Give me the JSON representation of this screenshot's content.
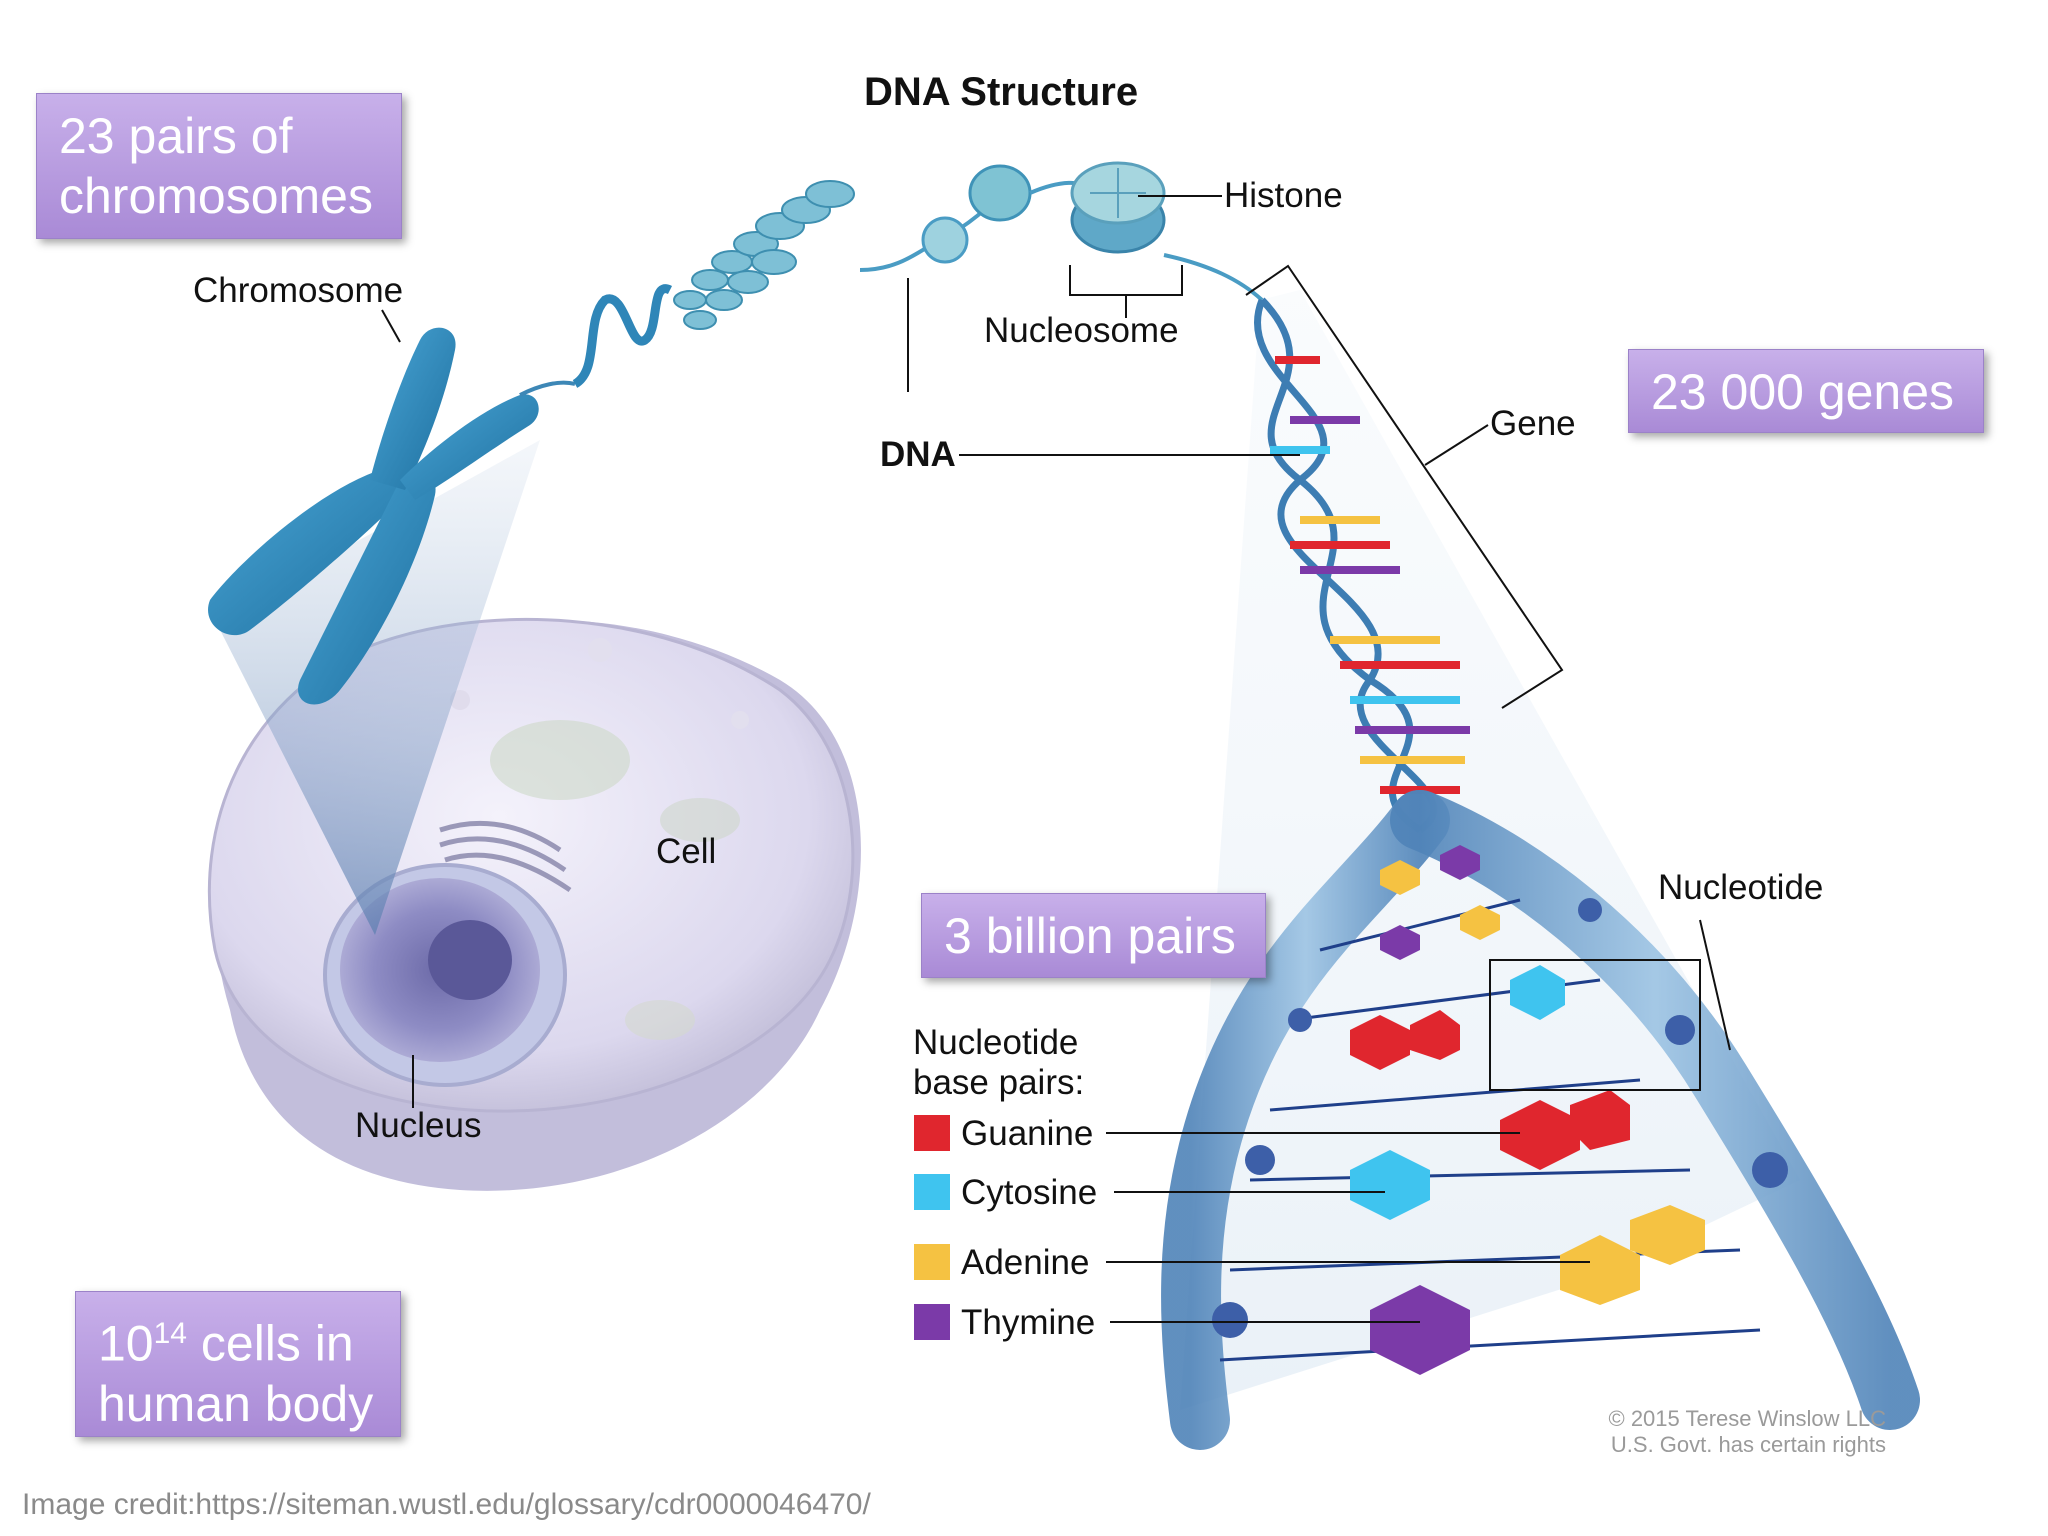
{
  "title": "DNA Structure",
  "callouts": {
    "chromosomes": [
      "23 pairs of",
      "chromosomes"
    ],
    "genes": "23 000 genes",
    "pairs": "3 billion pairs",
    "cells_base": "10",
    "cells_exp": "14",
    "cells_rest": " cells in",
    "cells_line2": "human body"
  },
  "labels": {
    "chromosome": "Chromosome",
    "histone": "Histone",
    "nucleosome": "Nucleosome",
    "dna": "DNA",
    "gene": "Gene",
    "cell": "Cell",
    "nucleus": "Nucleus",
    "nucleotide": "Nucleotide"
  },
  "legend": {
    "heading": [
      "Nucleotide",
      "base pairs:"
    ],
    "items": [
      {
        "label": "Guanine",
        "color": "#e0262e"
      },
      {
        "label": "Cytosine",
        "color": "#3fc4ef"
      },
      {
        "label": "Adenine",
        "color": "#f5c242"
      },
      {
        "label": "Thymine",
        "color": "#7b3aa8"
      }
    ]
  },
  "copyright": [
    "© 2015 Terese Winslow LLC",
    "U.S. Govt. has certain rights"
  ],
  "credit": "Image credit:https://siteman.wustl.edu/glossary/cdr0000046470/"
}
